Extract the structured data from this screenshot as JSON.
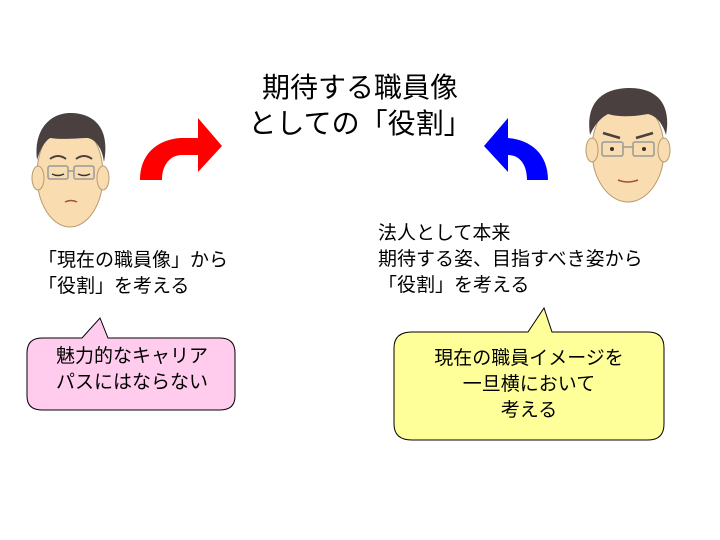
{
  "title": {
    "line1": "期待する職員像",
    "line2": "としての「役割」"
  },
  "left": {
    "label": {
      "line1": "「現在の職員像」から",
      "line2": "「役割」を考える"
    },
    "bubble": {
      "line1": "魅力的なキャリア",
      "line2": "パスにはならない"
    }
  },
  "right": {
    "label": {
      "line1": "法人として本来",
      "line2": "期待する姿、目指すべき姿から",
      "line3": "「役割」を考える"
    },
    "bubble": {
      "line1": "現在の職員イメージを",
      "line2": "一旦横において",
      "line3": "考える"
    }
  },
  "colors": {
    "red_arrow": "#ff0000",
    "blue_arrow": "#0000ff",
    "left_bubble_fill": "#ffccee",
    "right_bubble_fill": "#ffff99",
    "skin": "#f9dcb0",
    "hair": "#4a4040"
  }
}
